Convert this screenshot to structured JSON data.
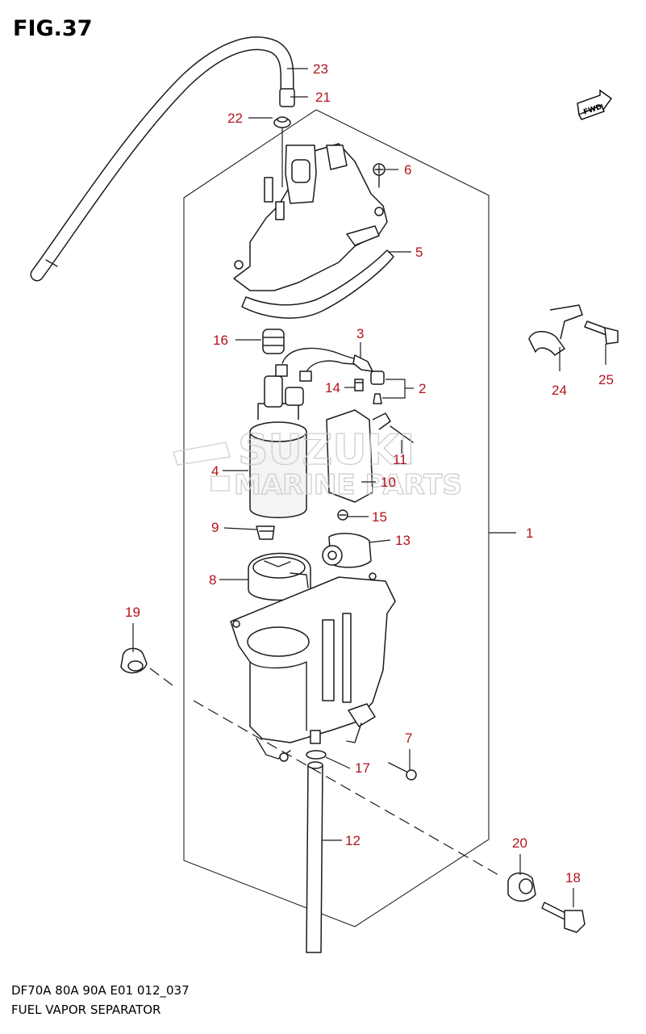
{
  "figure_label": "FIG.37",
  "fwd_label": "FWD",
  "watermark": {
    "line1": "SUZUKI",
    "line2": "MARINE PARTS"
  },
  "caption": {
    "model_line": "DF70A 80A 90A E01 012_037",
    "title": "FUEL VAPOR SEPARATOR"
  },
  "callouts": [
    "1",
    "2",
    "3",
    "4",
    "5",
    "6",
    "7",
    "8",
    "9",
    "10",
    "11",
    "12",
    "13",
    "14",
    "15",
    "16",
    "17",
    "18",
    "19",
    "20",
    "21",
    "22",
    "23",
    "24",
    "25"
  ],
  "colors": {
    "callout_text": "#b2131b",
    "line": "#1a1a1a",
    "watermark": "#c9c9c9"
  }
}
